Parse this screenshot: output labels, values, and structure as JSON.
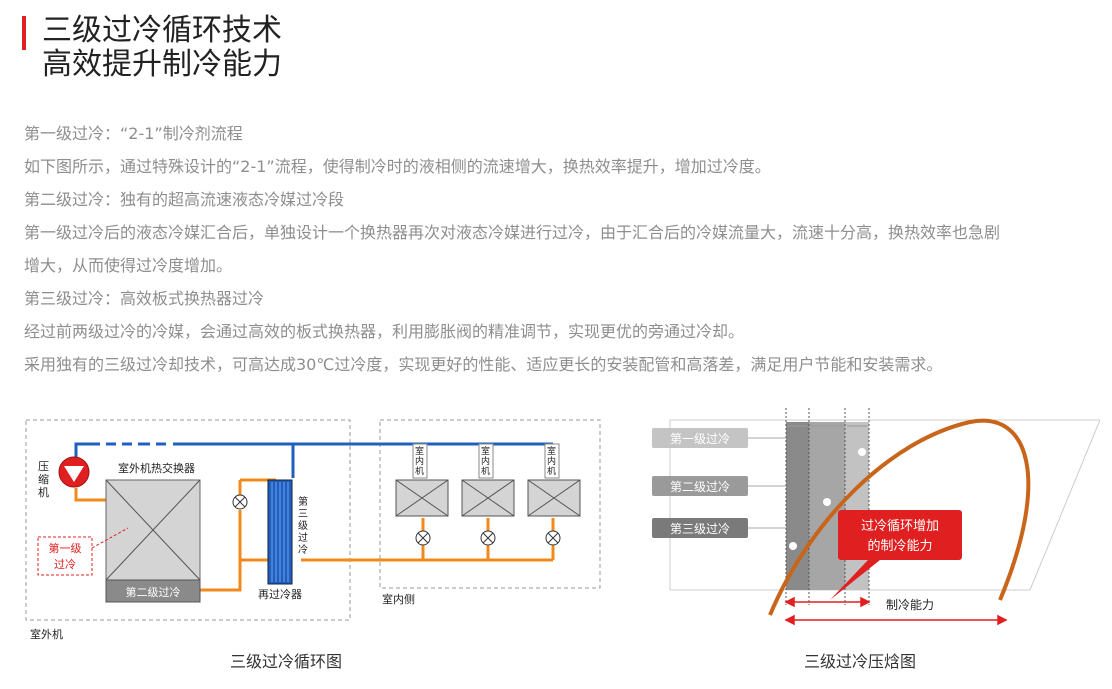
{
  "heading": {
    "line1": "三级过冷循环技术",
    "line2": "高效提升制冷能力"
  },
  "paragraphs": [
    "第一级过冷：“2-1”制冷剂流程",
    "如下图所示，通过特殊设计的“2-1”流程，使得制冷时的液相侧的流速增大，换热效率提升，增加过冷度。",
    "第二级过冷：独有的超高流速液态冷媒过冷段",
    "第一级过冷后的液态冷媒汇合后，单独设计一个换热器再次对液态冷媒进行过冷，由于汇合后的冷媒流量大，流速十分高，换热效率也急剧",
    "增大，从而使得过冷度增加。",
    "第三级过冷：高效板式换热器过冷",
    "经过前两级过冷的冷媒，会通过高效的板式换热器，利用膨胀阀的精准调节，实现更优的旁通过冷却。",
    "采用独有的三级过冷却技术，可高达成30℃过冷度，实现更好的性能、适应更长的安装配管和高落差，满足用户节能和安装需求。"
  ],
  "left_diagram": {
    "compressor": "压缩机",
    "outdoor_hx": "室外机热交换器",
    "stage1": [
      "第一级",
      "过冷"
    ],
    "stage2": "第二级过冷",
    "stage3": "第三级过冷",
    "resubcooler": "再过冷器",
    "indoor_unit": "室内机",
    "outdoor_unit": "室外机",
    "indoor_side": "室内侧",
    "caption": "三级过冷循环图"
  },
  "right_diagram": {
    "stage1": "第一级过冷",
    "stage2": "第二级过冷",
    "stage3": "第三级过冷",
    "callout": [
      "过冷循环增加",
      "的制冷能力"
    ],
    "capacity": "制冷能力",
    "caption": "三级过冷压焓图"
  },
  "colors": {
    "accent": "#e02020",
    "pipe_blue": "#1f5fbf",
    "pipe_orange": "#f08a1c",
    "curve": "#c8651b",
    "label_bg": "#9a9a9a"
  }
}
